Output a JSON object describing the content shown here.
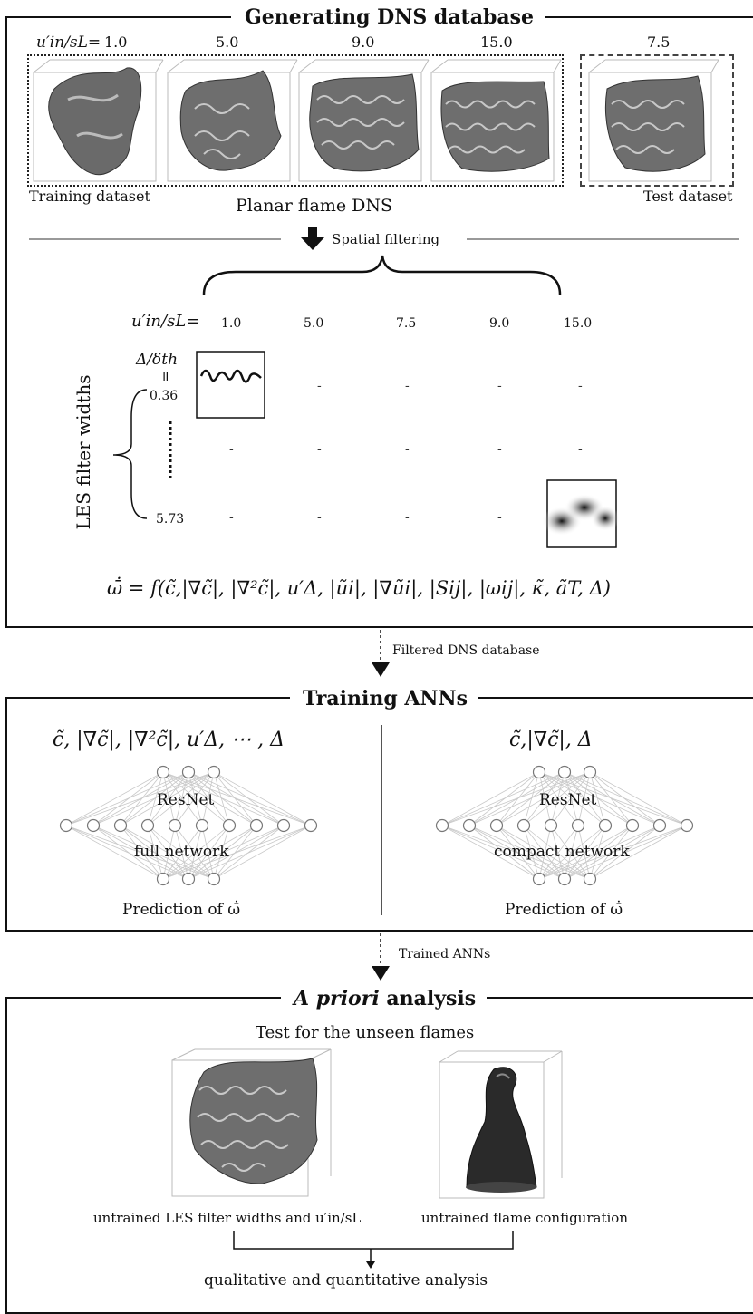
{
  "section1": {
    "title": "Generating DNS database",
    "ratio_label": "u′in/sL=",
    "velocities_top": [
      "1.0",
      "5.0",
      "9.0",
      "15.0",
      "7.5"
    ],
    "training_label": "Training dataset",
    "planar_label": "Planar flame DNS",
    "test_label": "Test dataset",
    "filtering_label": "Spatial filtering",
    "grid_ratio_label": "u′in/sL=",
    "grid_velocities": [
      "1.0",
      "5.0",
      "7.5",
      "9.0",
      "15.0"
    ],
    "filter_ratio_label": "Δ/δth",
    "equals_sign": "=",
    "filter_first": "0.36",
    "filter_last": "5.73",
    "les_axis_label": "LES filter widths",
    "dash": "-",
    "equation": "ω̄̇ = f(c̃,|∇c̃|, |∇²c̃|, u′Δ, |ũi|, |∇ũi|, |Sij|, |ωij|, κ̃, ãT, Δ)"
  },
  "arrow1_label": "Filtered DNS database",
  "section2": {
    "title": "Training ANNs",
    "left": {
      "inputs": "c̃, |∇c̃|, |∇²c̃|, u′Δ, ⋯ , Δ",
      "net_label": "ResNet",
      "net_type": "full network",
      "output": "Prediction of  ω̄̇"
    },
    "right": {
      "inputs": "c̃,|∇c̃|, Δ",
      "net_label": "ResNet",
      "net_type": "compact network",
      "output": "Prediction of  ω̄̇"
    }
  },
  "arrow2_label": "Trained ANNs",
  "section3": {
    "title_italic": "A priori",
    "title_rest": " analysis",
    "subtitle": "Test for the unseen flames",
    "left_caption": "untrained LES filter widths and u′in/sL",
    "right_caption": "untrained flame configuration",
    "bottom_label": "qualitative and quantitative analysis"
  }
}
